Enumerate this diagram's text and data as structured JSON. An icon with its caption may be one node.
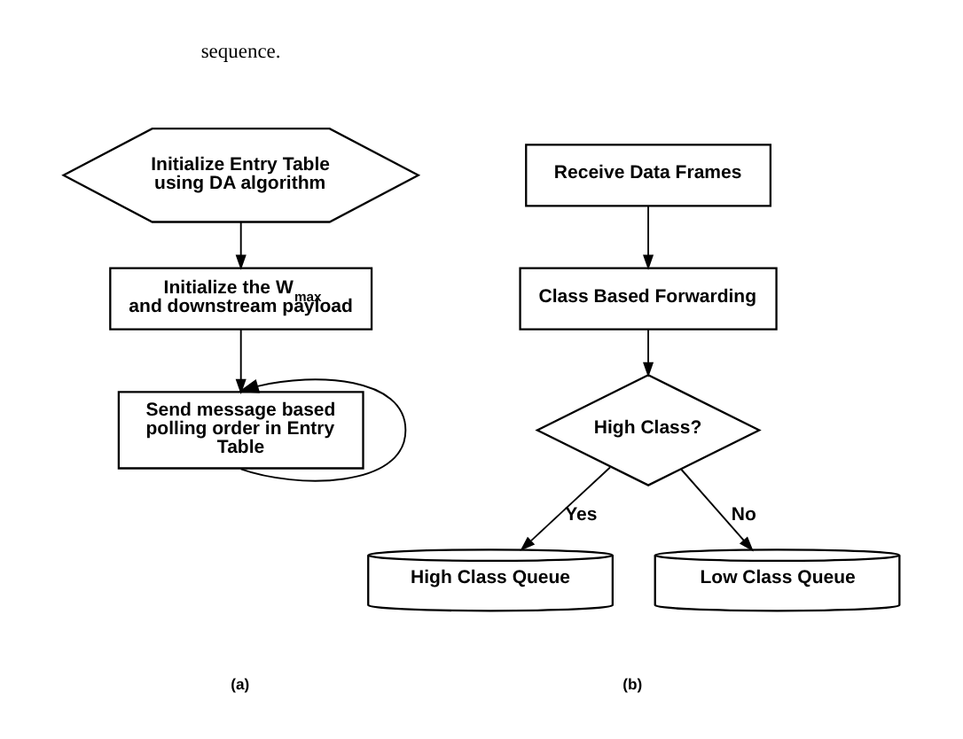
{
  "diagram": {
    "nodes": [
      {
        "text": [
          "Initialize Entry Table using DA algorithm"
        ]
      },
      {
        "text": [
          "Initialize the **W**$_{max}$ and downstream payload"
        ]
      },
      {
        "text": [
          "Send message based polling order in Entry Table"
        ]
      },
      {
        "text": [
          "Receive Data Frames"
        ]
      },
      {
        "text": [
          "Class Based Forwarding"
        ]
      },
      {
        "text": [
          "High Class?"
        ]
      },
      {
        "text": [
          "High Class Queue"
        ]
      },
      {
        "text": [
          "Low Class Queue"
        ]
      }
    ],
    "edges": [
      {
        "from": 0,
        "to": 1,
        "arrow": "to"
      },
      {
        "from": 1,
        "to": 2,
        "arrow": "to"
      },
      {
        "from": 2,
        "to": 2,
        "arrow": "to"
      },
      {
        "from": 3,
        "to": 4,
        "arrow": "to"
      },
      {
        "from": 4,
        "to": 5,
        "arrow": "to"
      },
      {
        "from": 5,
        "to": 6,
        "label": "Yes",
        "arrow": "to"
      },
      {
        "from": 5,
        "to": 7,
        "label": "No",
        "arrow": "to"
      }
    ],
    "labels": [
      "sequence.",
      "(a)",
      "(b)"
    ]
  }
}
